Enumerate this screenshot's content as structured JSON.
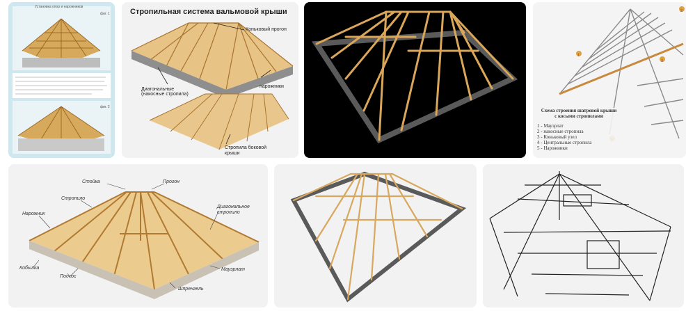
{
  "tiles": [
    {
      "id": "thumb-1",
      "header": "Установка опор и нарожников",
      "badge_top": "фиг. 1",
      "badge_bottom": "фиг. 2"
    },
    {
      "id": "thumb-2",
      "title": "Стропильная система вальмовой крыши",
      "labels": {
        "ridge": "Коньковый прогон",
        "jack": "нарожники",
        "diagonal": "Диагональные\n(накосные стропила)",
        "side": "Стропила боковой\nкрыши"
      }
    },
    {
      "id": "thumb-3"
    },
    {
      "id": "thumb-4",
      "caption_title": "Схема строения шатровой крыши\nс косыми стропилами",
      "legend": [
        "1 - Мауэрлат",
        "2 - накосные стропила",
        "3 - Коньковый узел",
        "4 - Центральные стропила",
        "5 - Нарожники"
      ],
      "markers": [
        "1",
        "2",
        "3",
        "5"
      ]
    },
    {
      "id": "thumb-5",
      "labels": {
        "post": "Стойка",
        "purlin": "Прогон",
        "rafter": "Стропило",
        "diag": "Диагональное\nстропило",
        "jack": "Нарожник",
        "kobylka": "Кобылка",
        "strut": "Подкос",
        "mauerlat": "Мауэрлат",
        "shprengel": "Шпренгель"
      }
    },
    {
      "id": "thumb-6"
    },
    {
      "id": "thumb-7"
    }
  ],
  "colors": {
    "wood": "#e2b56a",
    "wood_dark": "#a8742e",
    "wall": "#6e6e6e",
    "tile_bg": "#f2f2f2",
    "dark_bg": "#000000",
    "accent": "#e07a2a"
  }
}
